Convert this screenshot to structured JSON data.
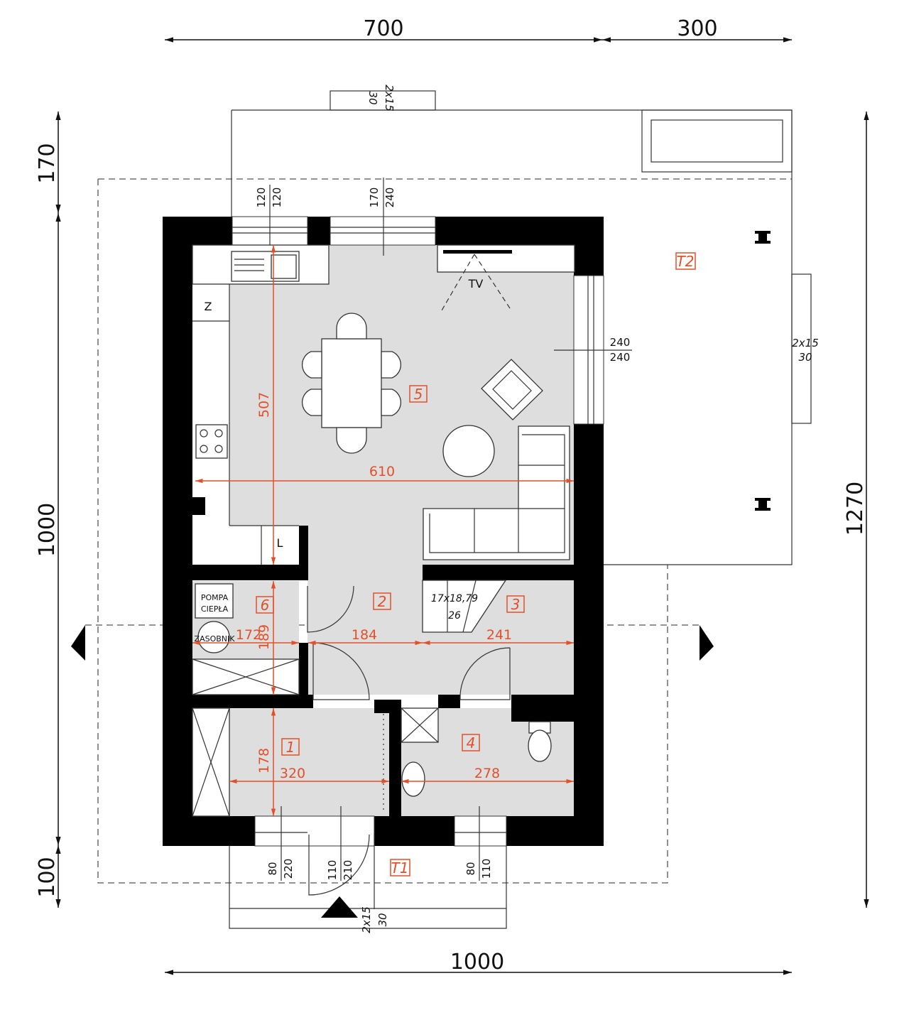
{
  "dimensions": {
    "top_700": "700",
    "top_300": "300",
    "left_170": "170",
    "left_1000": "1000",
    "left_100": "100",
    "right_1270": "1270",
    "bottom_1000": "1000"
  },
  "openings": {
    "w1a": "120",
    "w1b": "120",
    "w2a": "170",
    "w2b": "240",
    "w3a": "240",
    "w3b": "240",
    "w4a": "80",
    "w4b": "220",
    "door_a": "110",
    "door_b": "210",
    "w5a": "80",
    "w5b": "110"
  },
  "steps": {
    "top_a": "2x15",
    "top_b": "30",
    "right_a": "2x15",
    "right_b": "30",
    "bottom_a": "2x15",
    "bottom_b": "30"
  },
  "rooms": [
    {
      "id": "1",
      "label": "1"
    },
    {
      "id": "2",
      "label": "2"
    },
    {
      "id": "3",
      "label": "3"
    },
    {
      "id": "4",
      "label": "4"
    },
    {
      "id": "5",
      "label": "5"
    },
    {
      "id": "6",
      "label": "6"
    },
    {
      "id": "T1",
      "label": "T1"
    },
    {
      "id": "T2",
      "label": "T2"
    }
  ],
  "room_dims": {
    "living_h": "507",
    "living_w": "610",
    "r6_w": "172",
    "r6_h": "189",
    "r2_w": "184",
    "r3_w": "241",
    "r1_h": "178",
    "r1_w": "320",
    "r4_w": "278"
  },
  "fixtures": {
    "tv": "TV",
    "fridge": "Z",
    "cabinet": "L",
    "heat_pump_1": "POMPA",
    "heat_pump_2": "CIEPŁA",
    "tank": "ZASOBNIK",
    "stairs_a": "17x18,79",
    "stairs_b": "26"
  }
}
